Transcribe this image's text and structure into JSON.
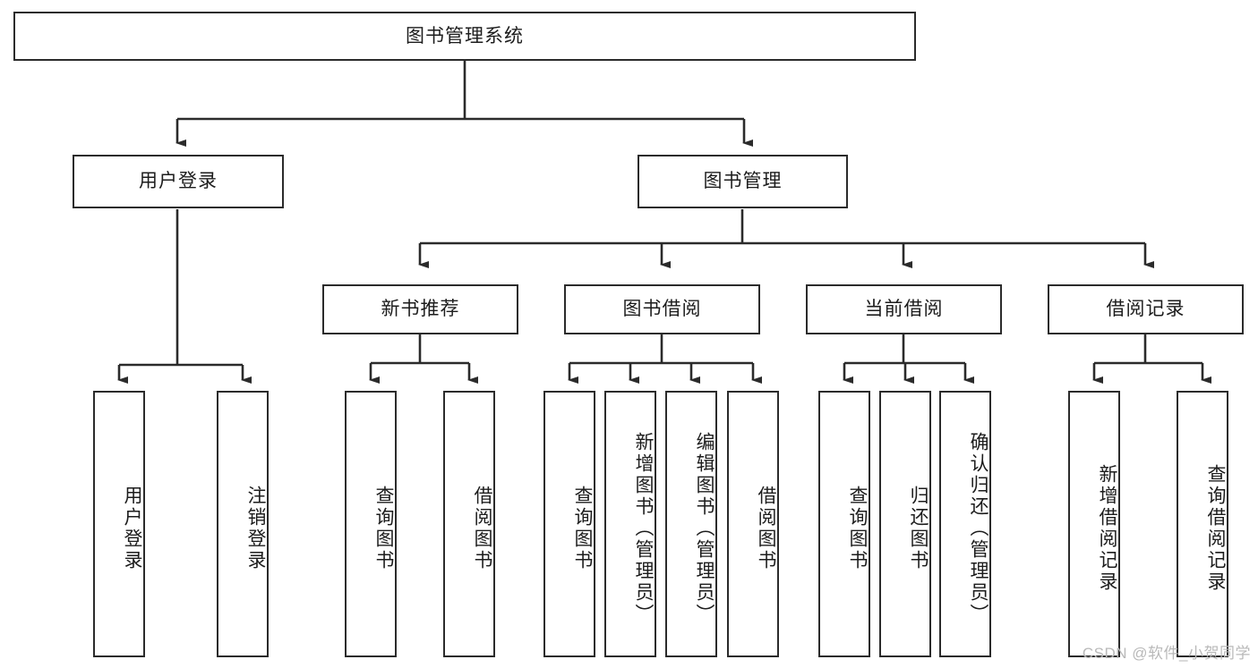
{
  "diagram": {
    "title": "图书管理系统",
    "type": "tree",
    "watermark": "CSDN @软件_小贺同学",
    "colors": {
      "box_border": "#2b2b2b",
      "box_fill": "#ffffff",
      "edge": "#2b2b2b",
      "background": "#ffffff",
      "watermark": "#b9b9b9"
    },
    "nodes": {
      "root": {
        "label": "图书管理系统"
      },
      "level2": [
        {
          "id": "user-login",
          "label": "用户登录"
        },
        {
          "id": "book-manage",
          "label": "图书管理"
        }
      ],
      "level3": [
        {
          "id": "new-book-recommend",
          "label": "新书推荐"
        },
        {
          "id": "book-borrow",
          "label": "图书借阅"
        },
        {
          "id": "current-borrow",
          "label": "当前借阅"
        },
        {
          "id": "borrow-record",
          "label": "借阅记录"
        }
      ],
      "leaves": {
        "user_login": [
          {
            "id": "leaf-user-login",
            "label": "用户登录"
          },
          {
            "id": "leaf-logout-login",
            "label": "注销登录"
          }
        ],
        "new_book_recommend": [
          {
            "id": "leaf-query-book-1",
            "label": "查询图书"
          },
          {
            "id": "leaf-borrow-book-1",
            "label": "借阅图书"
          }
        ],
        "book_borrow": [
          {
            "id": "leaf-query-book-2",
            "label": "查询图书"
          },
          {
            "id": "leaf-add-book",
            "label": "新增图书（管理员）"
          },
          {
            "id": "leaf-edit-book",
            "label": "编辑图书（管理员）"
          },
          {
            "id": "leaf-borrow-book-2",
            "label": "借阅图书"
          }
        ],
        "current_borrow": [
          {
            "id": "leaf-query-book-3",
            "label": "查询图书"
          },
          {
            "id": "leaf-return-book",
            "label": "归还图书"
          },
          {
            "id": "leaf-confirm-return",
            "label": "确认归还（管理员）"
          }
        ],
        "borrow_record": [
          {
            "id": "leaf-add-borrow-record",
            "label": "新增借阅记录"
          },
          {
            "id": "leaf-query-borrow-record",
            "label": "查询借阅记录"
          }
        ]
      }
    }
  }
}
